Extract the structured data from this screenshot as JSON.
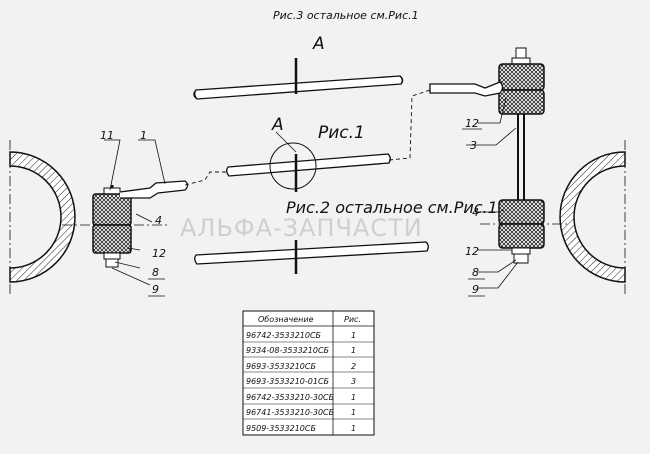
{
  "captions": {
    "fig3": "Рис.3  остальное см.Рис.1",
    "fig2": "Рис.2  остальное см.Рис.1",
    "fig1": "Рис.1",
    "view_a_top": "А",
    "view_a_mid": "А"
  },
  "callouts": {
    "left_11": "11",
    "left_1": "1",
    "left_4": "4",
    "left_12": "12",
    "left_8": "8",
    "left_9": "9",
    "right_12_top": "12",
    "right_3": "3",
    "right_4": "4",
    "right_12_bot": "12",
    "right_8": "8",
    "right_9": "9"
  },
  "watermark": "АЛЬФА-ЗАПЧАСТИ",
  "table": {
    "headers": [
      "Обозначение",
      "Рис."
    ],
    "rows": [
      [
        "96742-3533210СБ",
        "1"
      ],
      [
        "9334-08-3533210СБ",
        "1"
      ],
      [
        "9693-3533210СБ",
        "2"
      ],
      [
        "9693-3533210-01СБ",
        "3"
      ],
      [
        "96742-3533210-30СБ",
        "1"
      ],
      [
        "96741-3533210-30СБ",
        "1"
      ],
      [
        "9509-3533210СБ",
        "1"
      ]
    ]
  }
}
